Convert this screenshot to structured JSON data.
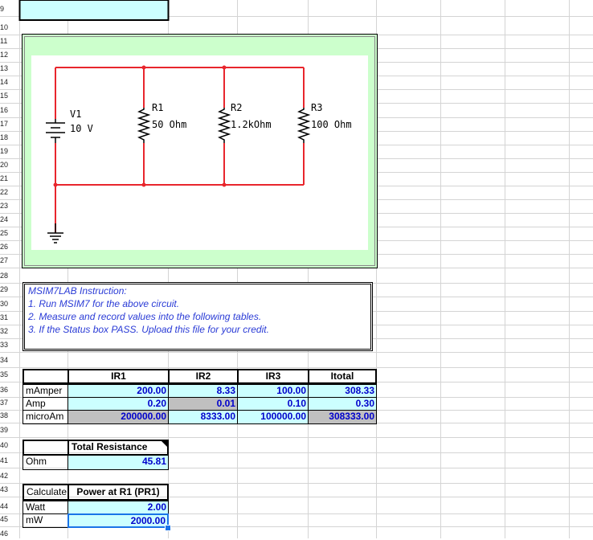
{
  "row_numbers": [
    "9",
    "10",
    "11",
    "12",
    "13",
    "14",
    "15",
    "16",
    "17",
    "18",
    "19",
    "20",
    "21",
    "22",
    "23",
    "24",
    "25",
    "26",
    "27",
    "28",
    "29",
    "30",
    "31",
    "32",
    "33",
    "34",
    "35",
    "36",
    "37",
    "38",
    "39",
    "40",
    "41",
    "42",
    "43",
    "44",
    "45",
    "46"
  ],
  "schematic": {
    "v1_name": "V1",
    "v1_value": "10 V",
    "r1_name": "R1",
    "r1_value": "50 Ohm",
    "r2_name": "R2",
    "r2_value": "1.2kOhm",
    "r3_name": "R3",
    "r3_value": "100 Ohm",
    "wire_color": "#e8262d",
    "bg_color": "#ccffcc"
  },
  "instructions": {
    "title": "MSIM7LAB Instruction:",
    "step1": "1. Run MSIM7 for the above circuit.",
    "step2": "2. Measure and record values into the following tables.",
    "step3": "3. If the Status box PASS. Upload this file for your credit."
  },
  "current_table": {
    "headers": [
      "IR1",
      "IR2",
      "IR3",
      "Itotal"
    ],
    "rows": [
      {
        "label": "mAmper",
        "values": [
          "200.00",
          "8.33",
          "100.00",
          "308.33"
        ]
      },
      {
        "label": "Amp",
        "values": [
          "0.20",
          "0.01",
          "0.10",
          "0.30"
        ]
      },
      {
        "label": "microAm",
        "values": [
          "200000.00",
          "8333.00",
          "100000.00",
          "308333.00"
        ]
      }
    ]
  },
  "resistance": {
    "header": "Total Resistance",
    "label": "Ohm",
    "value": "45.81"
  },
  "power": {
    "label_cell": "Calculate",
    "header": "Power at R1 (PR1)",
    "rows": [
      {
        "label": "Watt",
        "value": "2.00"
      },
      {
        "label": "mW",
        "value": "2000.00"
      }
    ]
  }
}
